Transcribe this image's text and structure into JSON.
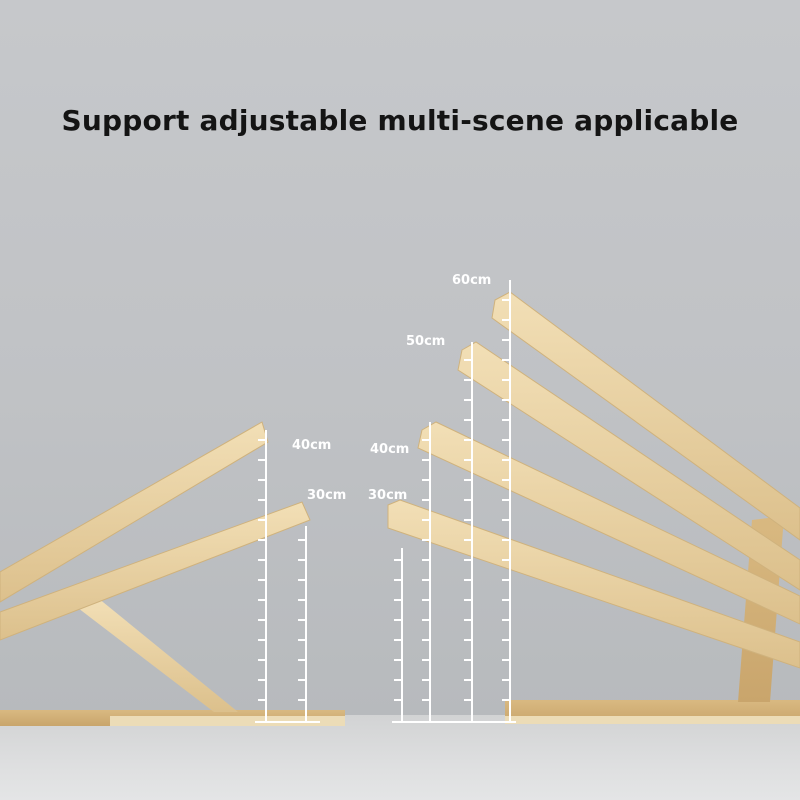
{
  "headline": "Support adjustable multi-scene applicable",
  "height_labels": {
    "left_high": "40cm",
    "left_low": "30cm",
    "right_30": "30cm",
    "right_40": "40cm",
    "right_50": "50cm",
    "right_60": "60cm"
  }
}
